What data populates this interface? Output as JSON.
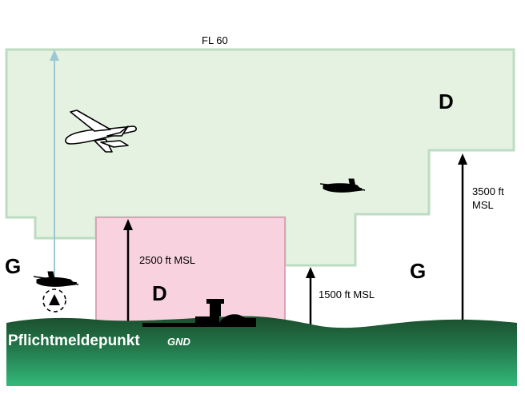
{
  "labels": {
    "fl60": "FL 60",
    "class_d_upper": "D",
    "class_d_ctr": "D",
    "class_g_left": "G",
    "class_g_right": "G",
    "alt_2500": "2500 ft MSL",
    "alt_1500": "1500 ft MSL",
    "alt_3500_line1": "3500 ft",
    "alt_3500_line2": "MSL",
    "reporting_point": "Pflichtmeldepunkt",
    "ground": "GND"
  },
  "colors": {
    "airspace_d_fill": "#e6f2e1",
    "airspace_d_border": "#bcdcc0",
    "ctr_fill": "#f8d3df",
    "ctr_border": "#dca4b8",
    "ground_dark": "#1b4d2c",
    "ground_light": "#33b97a",
    "light_arrow": "#9cc8d4",
    "black": "#000000"
  },
  "icons": [
    "airliner-icon",
    "small-plane-icon",
    "control-tower-icon",
    "reporting-point-icon"
  ]
}
